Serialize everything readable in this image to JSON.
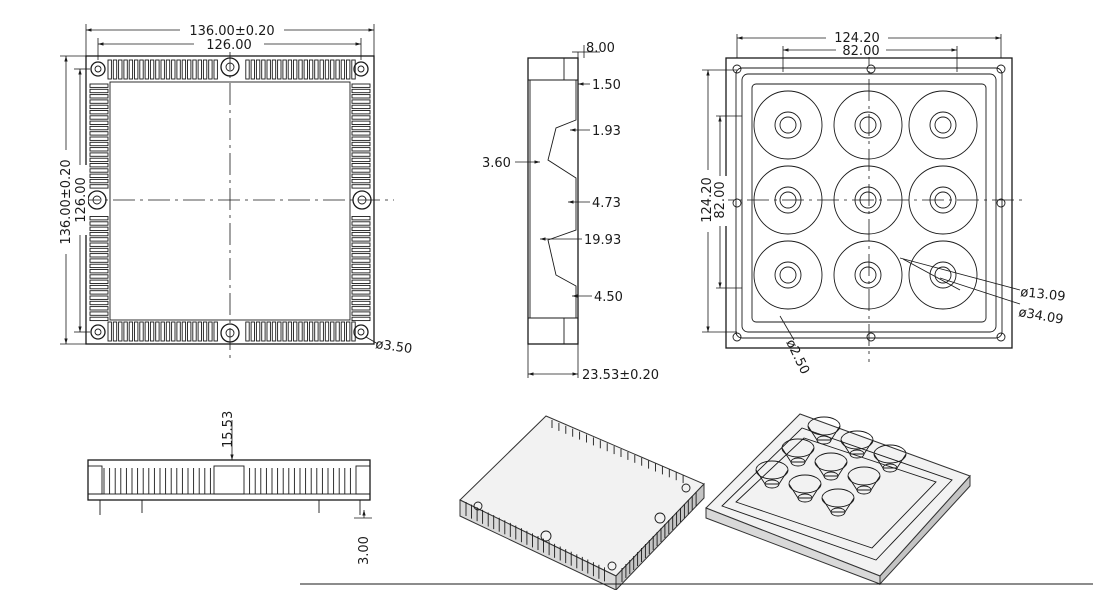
{
  "dimensions": {
    "top_outer_width": "136.00±0.20",
    "top_inner_width": "126.00",
    "left_outer_height": "136.00±0.20",
    "left_inner_height": "126.00",
    "hole_diameter": "ø3.50",
    "section_top": "8.00",
    "section_1_50": "1.50",
    "section_1_93": "1.93",
    "section_3_60": "3.60",
    "section_4_73": "4.73",
    "section_19_93": "19.93",
    "section_4_50": "4.50",
    "section_total_depth": "23.53±0.20",
    "lens_outer_width": "124.20",
    "lens_inner_width": "82.00",
    "lens_outer_height": "124.20",
    "lens_inner_height": "82.00",
    "lens_small_diameter": "ø13.09",
    "lens_large_diameter": "ø34.09",
    "lens_hole_diameter": "ø2.50",
    "side_height": "15.53",
    "pin_length": "3.00"
  },
  "colors": {
    "line": "#1a1a1a",
    "background": "#ffffff"
  }
}
